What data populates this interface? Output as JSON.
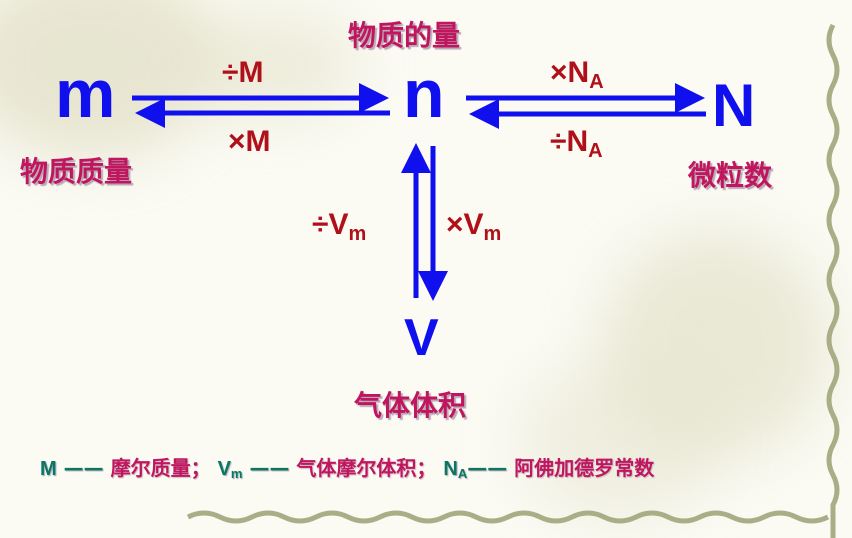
{
  "diagram": {
    "center": {
      "symbol": "n",
      "label": "物质的量"
    },
    "left": {
      "symbol": "m",
      "label": "物质质量"
    },
    "right": {
      "symbol": "N",
      "label": "微粒数"
    },
    "bottom": {
      "symbol": "V",
      "label": "气体体积"
    },
    "edges": {
      "m_to_n": {
        "op": "÷M"
      },
      "n_to_m": {
        "op": "×M"
      },
      "n_to_N": {
        "op": "×N",
        "sub": "A"
      },
      "N_to_n": {
        "op": "÷N",
        "sub": "A"
      },
      "n_to_V": {
        "op": "×V",
        "sub": "m"
      },
      "V_to_n": {
        "op": "÷V",
        "sub": "m"
      }
    }
  },
  "legend": {
    "items": [
      {
        "term": "M",
        "sub": "",
        "dash": "——",
        "meaning": "摩尔质量；"
      },
      {
        "term": "V",
        "sub": "m",
        "dash": "——",
        "meaning": "气体摩尔体积；"
      },
      {
        "term": "N",
        "sub": "A",
        "dash": "——",
        "meaning": "阿佛加德罗常数"
      }
    ]
  },
  "colors": {
    "symbol": "#1010ee",
    "operator": "#b0101a",
    "label": "#c0165e",
    "legend_term": "#0d7560",
    "border": "#a9ae86"
  }
}
